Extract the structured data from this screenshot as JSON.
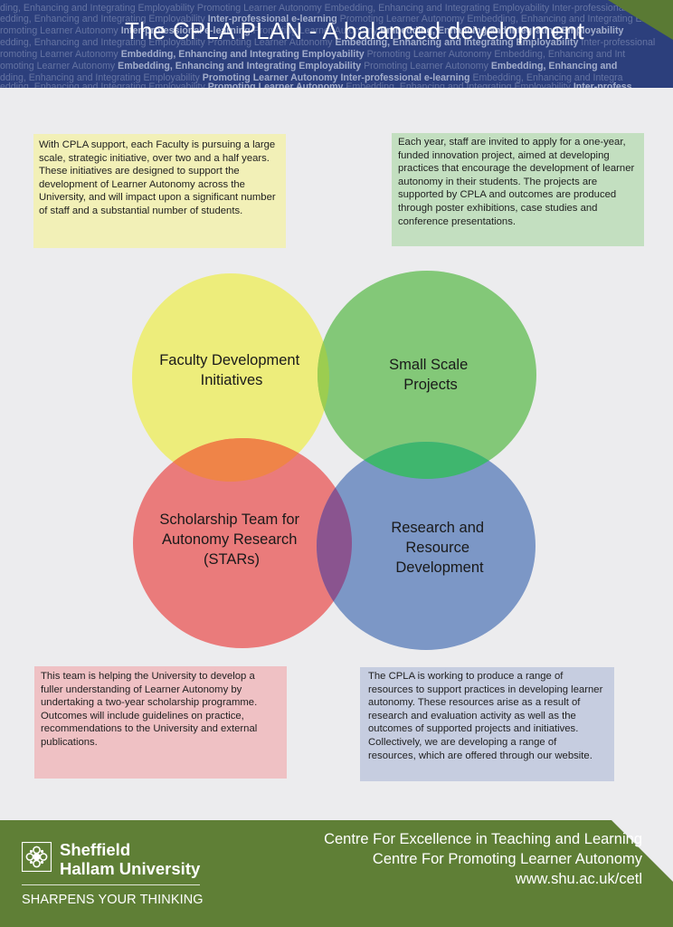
{
  "header": {
    "title": "The CPLA PLAN - A balanced development",
    "ticker_lines": [
      [
        {
          "t": "ding, Enhancing and Integrating Employability Promoting Learner Autonomy Embedding, Enhancing and Integrating Employability Inter-professional e-learning Promoting Learner Autonomy ",
          "b": false
        }
      ],
      [
        {
          "t": "edding, Enhancing and Integrating Employability ",
          "b": false
        },
        {
          "t": "Inter-professional e-learning",
          "b": true
        },
        {
          "t": " Promoting Learner Autonomy Embedding, Enhancing and Integrating Employability",
          "b": false
        }
      ],
      [
        {
          "t": "romoting Learner Autonomy ",
          "b": false
        },
        {
          "t": "Inter-professional e-learning",
          "b": true
        },
        {
          "t": " Promoting Learner Autonomy ",
          "b": false
        },
        {
          "t": "Embedding, Enhancing and Integrating Employability",
          "b": true
        }
      ],
      [
        {
          "t": "edding, Enhancing and Integrating Employability Promoting Learner Autonomy ",
          "b": false
        },
        {
          "t": "Embedding, Enhancing and Integrating Employability",
          "b": true
        },
        {
          "t": " Inter-professional",
          "b": false
        }
      ],
      [
        {
          "t": "romoting Learner Autonomy ",
          "b": false
        },
        {
          "t": "Embedding, Enhancing and Integrating Employability",
          "b": true
        },
        {
          "t": " Promoting Learner Autonomy Embedding, Enhancing and Int",
          "b": false
        }
      ],
      [
        {
          "t": "omoting Learner Autonomy ",
          "b": false
        },
        {
          "t": "Embedding, Enhancing and Integrating Employability",
          "b": true
        },
        {
          "t": " Promoting Learner Autonomy ",
          "b": false
        },
        {
          "t": "Embedding, Enhancing and",
          "b": true
        }
      ],
      [
        {
          "t": "dding, Enhancing and Integrating Employability ",
          "b": false
        },
        {
          "t": "Promoting Learner Autonomy",
          "b": true
        },
        {
          "t": " ",
          "b": false
        },
        {
          "t": "Inter-professional e-learning",
          "b": true
        },
        {
          "t": " Embedding, Enhancing and Integra",
          "b": false
        }
      ],
      [
        {
          "t": "edding, Enhancing and Integrating Employability ",
          "b": false
        },
        {
          "t": "Promoting Learner Autonomy",
          "b": true
        },
        {
          "t": " Embedding, Enhancing and Integrating Employability ",
          "b": false
        },
        {
          "t": "Inter-profess",
          "b": true
        }
      ]
    ]
  },
  "notes": {
    "top_left": "With CPLA support, each Faculty is pursuing a large scale, strategic initiative, over two and a half years. These initiatives are designed  to support the development of Learner Autonomy across the University, and will impact upon a significant number of staff and a substantial number of students.",
    "top_right": "Each year, staff are invited to apply for a one-year, funded innovation project, aimed at developing practices that encourage the development of learner autonomy in their students. The projects are supported by CPLA and outcomes are produced through poster exhibitions, case studies and conference presentations.",
    "bottom_left": "This team is helping the University to develop a fuller understanding of Learner Autonomy by undertaking a two-year scholarship programme. Outcomes will include guidelines on practice, recommendations to the University and external publications.",
    "bottom_right": "The CPLA is working to produce a range of resources to support  practices in developing learner autonomy. These resources arise as a result of research and evaluation activity as well as the outcomes of supported projects and initiatives. Collectively, we are developing a range of resources, which are offered through our website."
  },
  "venn": {
    "circles": [
      {
        "id": "faculty",
        "lines": [
          "Faculty  Development",
          "Initiatives"
        ],
        "color": "#eded7b"
      },
      {
        "id": "small",
        "lines": [
          "Small Scale",
          "Projects"
        ],
        "color": "#83c878"
      },
      {
        "id": "stars",
        "lines": [
          "Scholarship Team for",
          "Autonomy Research",
          "(STARs)"
        ],
        "color": "#ea7b7b"
      },
      {
        "id": "research",
        "lines": [
          "Research and",
          "Resource",
          "Development"
        ],
        "color": "#7c97c6"
      }
    ],
    "overlap_colors": {
      "faculty_small": "#9ccd50",
      "faculty_stars": "#ef8448",
      "small_research": "#3fb66e",
      "stars_research": "#8a548f"
    }
  },
  "footer": {
    "university_name": [
      "Sheffield",
      "Hallam University"
    ],
    "tagline": "SHARPENS YOUR THINKING",
    "lines": [
      "Centre For Excellence in Teaching and Learning",
      "Centre For Promoting Learner Autonomy",
      "www.shu.ac.uk/cetl"
    ],
    "green": "#5f7f36"
  }
}
